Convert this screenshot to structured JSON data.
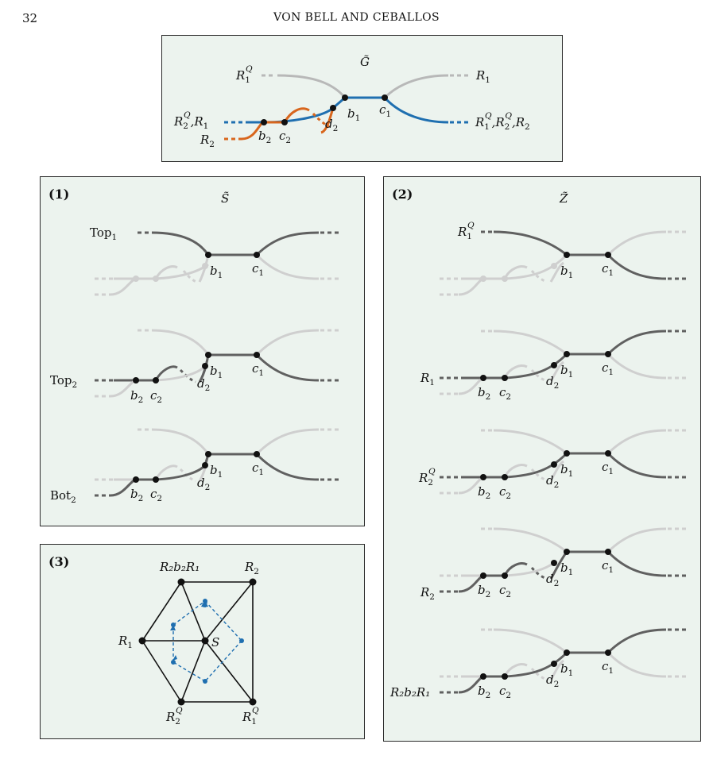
{
  "header": {
    "page_number": "32",
    "running_head": "VON BELL AND CEBALLOS"
  },
  "colors": {
    "panel_bg": "#ecf3ee",
    "blue": "#1f6fb0",
    "orange": "#d8661d",
    "dark_gray": "#606060",
    "light_gray": "#c8c8c8"
  },
  "panel_top": {
    "title": "G̃",
    "labels": {
      "r1q_left": "R",
      "r1_right": "R",
      "left_mid": "R",
      "left_mid_rest": ",R",
      "left_bottom": "R",
      "right_bottom": "R",
      "b1": "b",
      "c1": "c",
      "b2": "b",
      "c2": "c",
      "d2": "d"
    }
  },
  "panel_s": {
    "label": "(1)",
    "title": "S̃",
    "rows": [
      {
        "left_label": "Top",
        "left_sub": "1"
      },
      {
        "left_label": "Top",
        "left_sub": "2"
      },
      {
        "left_label": "Bot",
        "left_sub": "2"
      }
    ]
  },
  "panel_z": {
    "label": "(2)",
    "title": "Z̃",
    "rows": [
      {
        "left_label": "R",
        "left_sub": "1",
        "left_sup": "Q"
      },
      {
        "left_label": "R",
        "left_sub": "1",
        "left_sup": ""
      },
      {
        "left_label": "R",
        "left_sub": "2",
        "left_sup": "Q"
      },
      {
        "left_label": "R",
        "left_sub": "2",
        "left_sup": ""
      },
      {
        "left_label": "R₂b₂R₁",
        "left_sub": "",
        "left_sup": ""
      }
    ]
  },
  "panel_3": {
    "label": "(3)",
    "vertices": {
      "top_left": "R₂b₂R₁",
      "top_right": "R",
      "left": "R",
      "center": "S",
      "bottom_left": "R",
      "bottom_right": "R"
    }
  }
}
